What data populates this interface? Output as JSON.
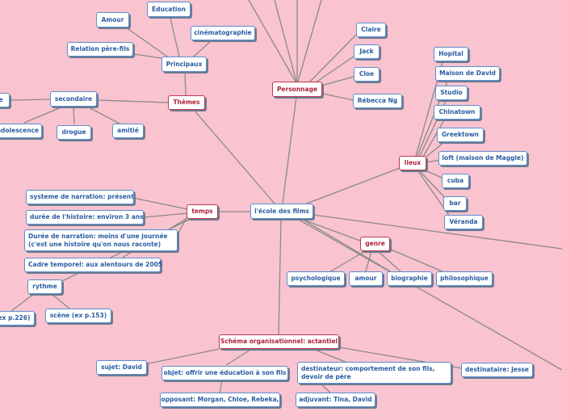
{
  "nodes": {
    "center": "l'école des films",
    "themes": "Thèmes",
    "principaux": "Principaux",
    "amour_t": "Amour",
    "education": "Éducation",
    "cinematographie": "cinématographie",
    "relation": "Relation père-fils",
    "secondaire": "secondaire",
    "e_cut": "e",
    "adolescence": "adolescence",
    "drogue": "drogue",
    "amitie": "amitié",
    "personnage": "Personnage",
    "claire": "Claire",
    "jack": "Jack",
    "cloe": "Cloe",
    "rebecca": "Rébecca Ng",
    "lieux": "lieux",
    "hopital": "Hopital",
    "maison": "Maison de David",
    "studio": "Studio",
    "chinatown": "Chinatown",
    "greektown": "Greektown",
    "loft": "loft (maison de Maggie)",
    "cuba": "cuba",
    "bar": "bar",
    "veranda": "Véranda",
    "temps": "temps",
    "systeme": "systeme de narration: présent",
    "duree_histoire": "durée de l'histoire: environ 3 ans",
    "duree_narration": "Durée de narration: moins d'une journée (c'est une histoire qu'on nous raconte)",
    "cadre": "Cadre temporel: aux alentours de 2005",
    "rythme": "rythme",
    "ex_cut": "ex p.226)",
    "scene": "scène (ex p.153)",
    "genre": "genre",
    "psychologique": "psychologique",
    "amour_g": "amour",
    "biographie": "biographie",
    "philosophique": "philosophique",
    "schema": "Schéma organisationnel: actantiel",
    "sujet": "sujet: David",
    "objet": "objet: offrir une éducation à son fils",
    "destinateur": "destinateur: comportement de son fils, devoir de père",
    "destinataire": "destinataire: Jesse",
    "opposant": "opposant: Morgan, Chloe, Rebeka,",
    "adjuvant": "adjuvant: Tina, David"
  }
}
